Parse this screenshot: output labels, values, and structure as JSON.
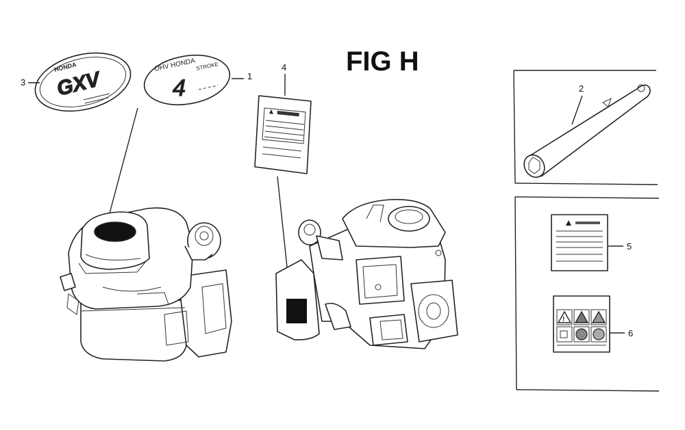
{
  "figure_title": "FIG H",
  "callouts": {
    "c1": "1",
    "c2": "2",
    "c3": "3",
    "c4": "4",
    "c5": "5",
    "c6": "6"
  },
  "decals": {
    "brand_line": "HONDA",
    "model_badge": "GXV",
    "four_stroke_top": "OHV HONDA",
    "four_stroke_mid": "STROKE",
    "four_stroke_big": "4"
  },
  "colors": {
    "line": "#222222",
    "background": "#ffffff",
    "fill_dark": "#111111"
  }
}
